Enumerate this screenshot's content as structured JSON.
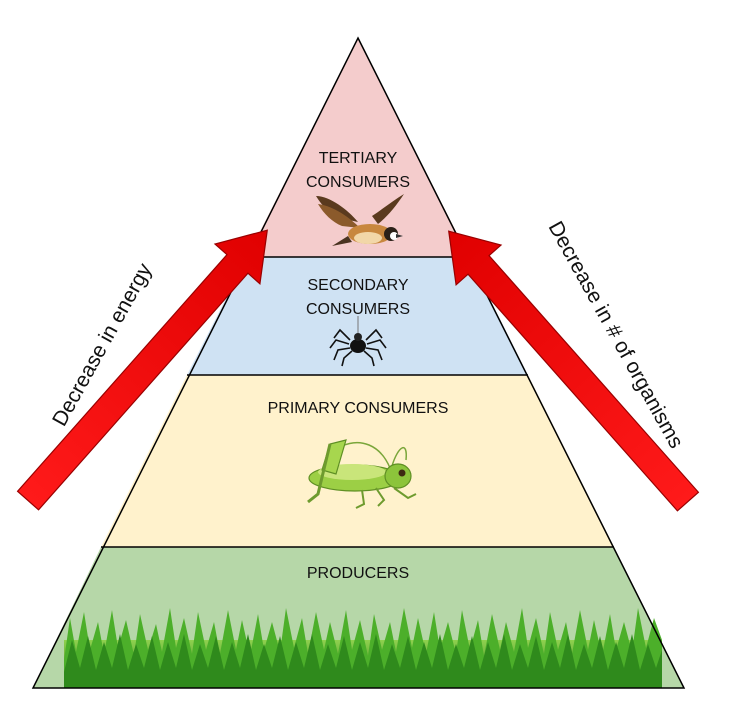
{
  "pyramid": {
    "levels": [
      {
        "id": "tertiary",
        "lines": [
          "TERTIARY",
          "CONSUMERS"
        ],
        "fill": "#f4cccc",
        "organism": "bird"
      },
      {
        "id": "secondary",
        "lines": [
          "SECONDARY",
          "CONSUMERS"
        ],
        "fill": "#cfe2f3",
        "organism": "spider"
      },
      {
        "id": "primary",
        "lines": [
          "PRIMARY CONSUMERS"
        ],
        "fill": "#fff2cc",
        "organism": "grasshopper"
      },
      {
        "id": "producers",
        "lines": [
          "PRODUCERS"
        ],
        "fill": "#b6d7a8",
        "organism": "grass"
      }
    ],
    "outline_color": "#000000"
  },
  "arrows": {
    "left_label": "Decrease in energy",
    "right_label": "Decrease in # of organisms",
    "color": "#ff0000",
    "outline_color": "#990000"
  }
}
